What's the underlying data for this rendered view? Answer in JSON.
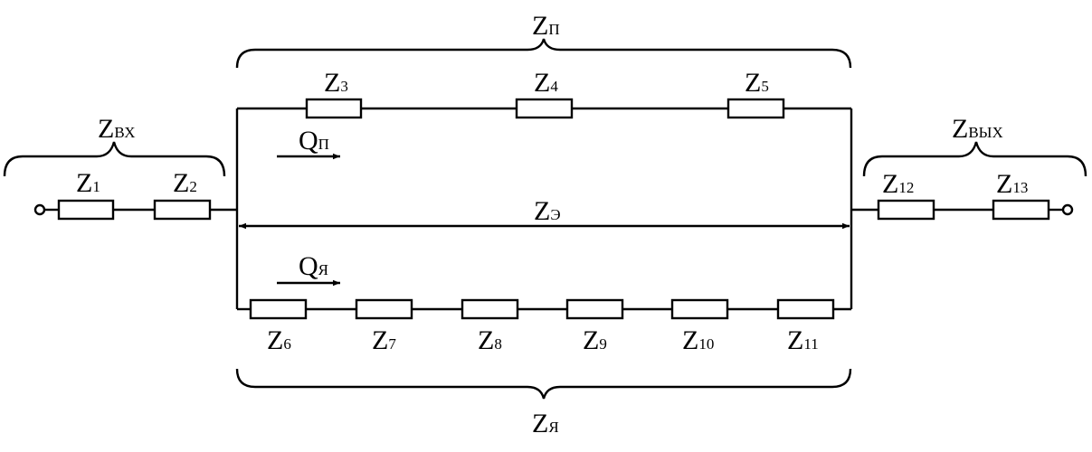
{
  "diagram": {
    "resistors": {
      "z1": {
        "letter": "Z",
        "sub": "1"
      },
      "z2": {
        "letter": "Z",
        "sub": "2"
      },
      "z3": {
        "letter": "Z",
        "sub": "3"
      },
      "z4": {
        "letter": "Z",
        "sub": "4"
      },
      "z5": {
        "letter": "Z",
        "sub": "5"
      },
      "z6": {
        "letter": "Z",
        "sub": "6"
      },
      "z7": {
        "letter": "Z",
        "sub": "7"
      },
      "z8": {
        "letter": "Z",
        "sub": "8"
      },
      "z9": {
        "letter": "Z",
        "sub": "9"
      },
      "z10": {
        "letter": "Z",
        "sub": "10"
      },
      "z11": {
        "letter": "Z",
        "sub": "11"
      },
      "z12": {
        "letter": "Z",
        "sub": "12"
      },
      "z13": {
        "letter": "Z",
        "sub": "13"
      }
    },
    "groups": {
      "zp": {
        "letter": "Z",
        "sub": "П"
      },
      "zvx": {
        "letter": "Z",
        "sub": "ВХ"
      },
      "zvyx": {
        "letter": "Z",
        "sub": "ВЫХ"
      },
      "zya": {
        "letter": "Z",
        "sub": "Я"
      },
      "ze": {
        "letter": "Z",
        "sub": "Э"
      }
    },
    "flows": {
      "qp": {
        "letter": "Q",
        "sub": "П"
      },
      "qya": {
        "letter": "Q",
        "sub": "Я"
      }
    }
  }
}
